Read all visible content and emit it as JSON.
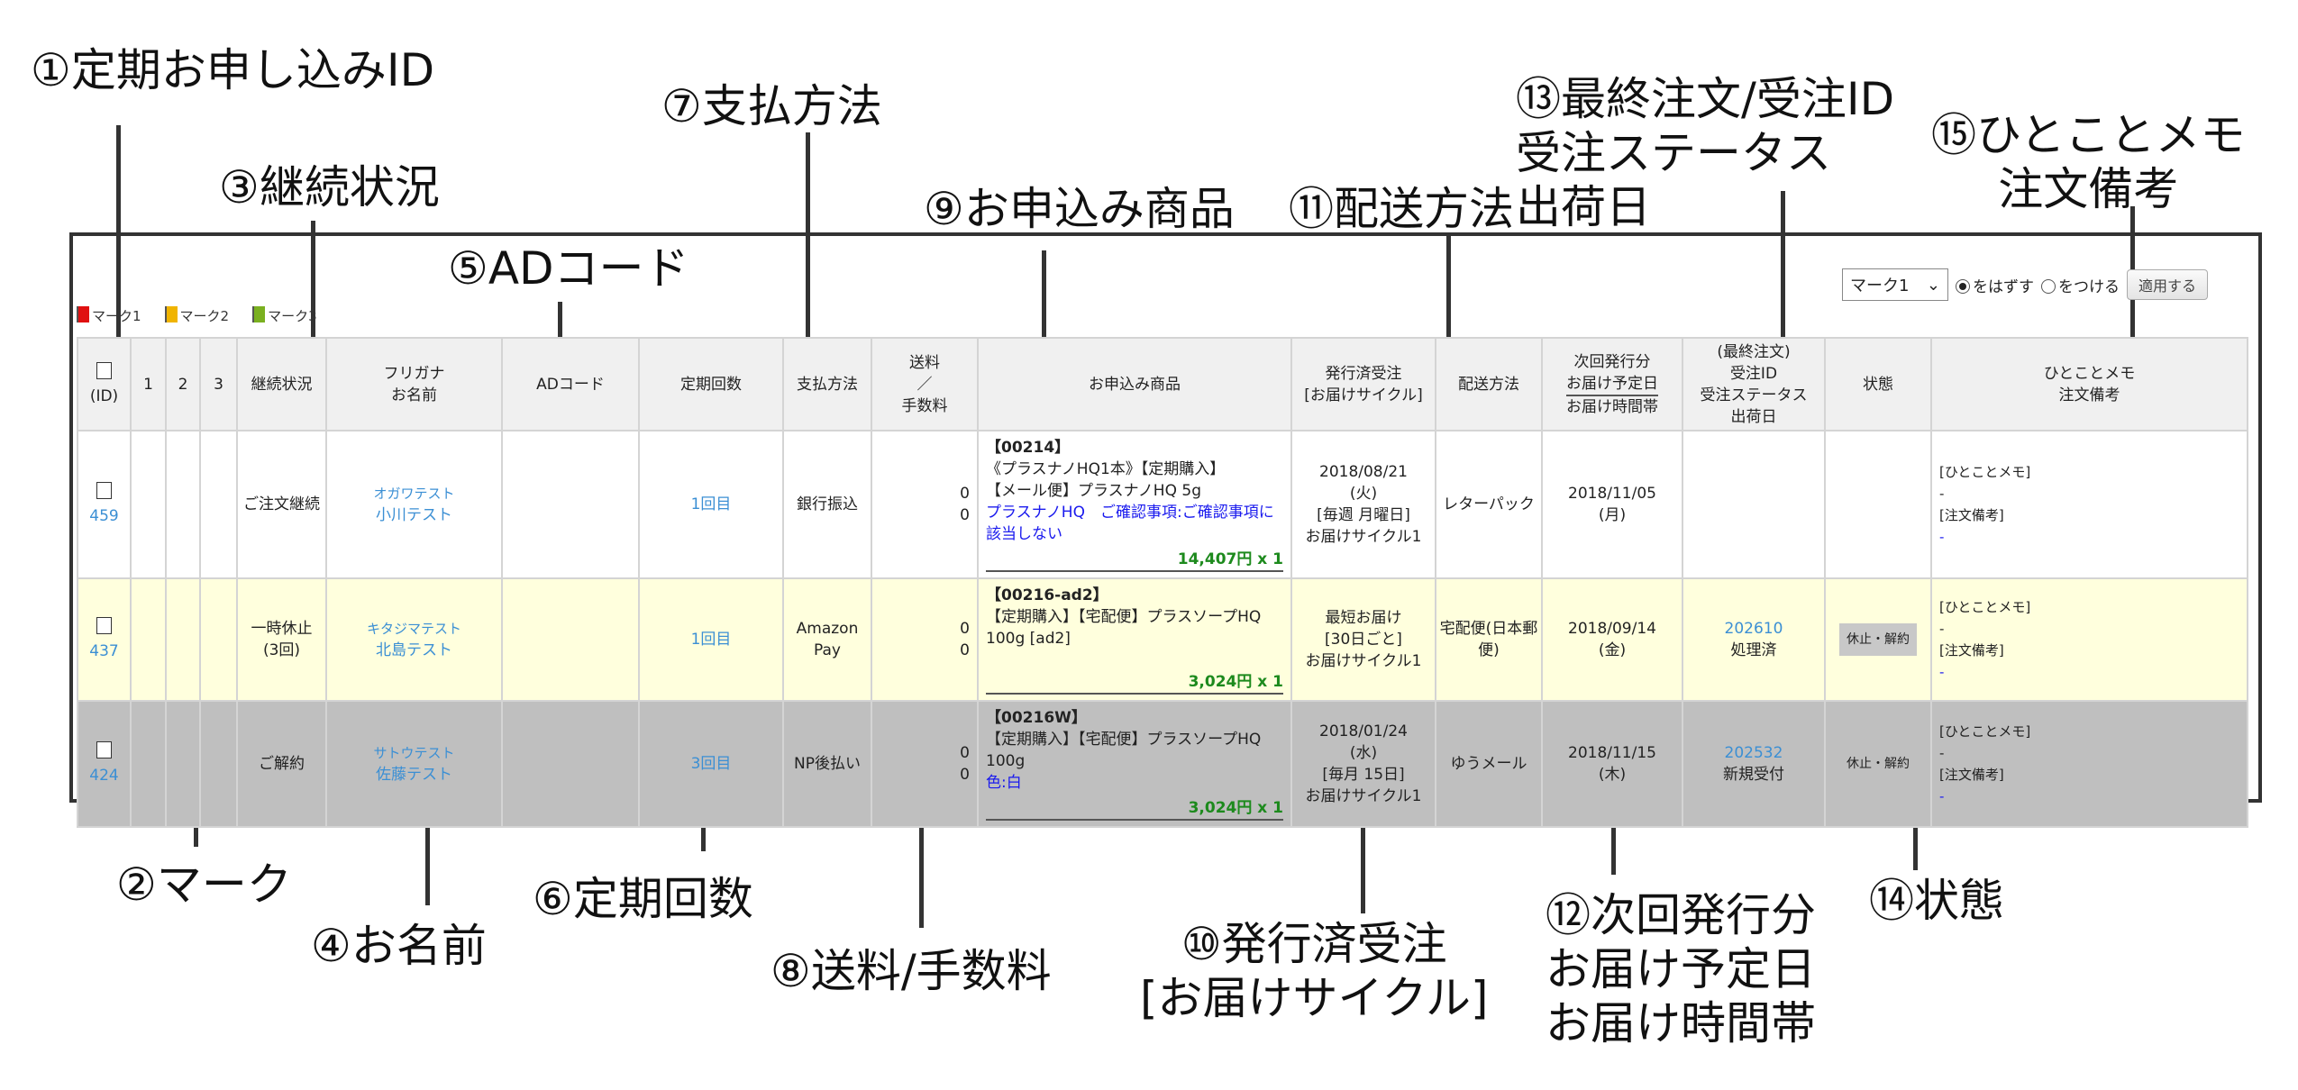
{
  "annotations": {
    "a1": "①定期お申し込みID",
    "a2": "②マーク",
    "a3": "③継続状況",
    "a4": "④お名前",
    "a5": "⑤ADコード",
    "a6": "⑥定期回数",
    "a7": "⑦支払方法",
    "a8": "⑧送料/手数料",
    "a9": "⑨お申込み商品",
    "a10": [
      "⑩発行済受注",
      "[お届けサイクル]"
    ],
    "a11": "⑪配送方法",
    "a12": [
      "⑫次回発行分",
      "お届け予定日",
      "お届け時間帯"
    ],
    "a13": [
      "⑬最終注文/受注ID",
      "受注ステータス",
      "出荷日"
    ],
    "a14": "⑭状態",
    "a15": [
      "⑮ひとことメモ",
      "注文備考"
    ]
  },
  "legend": [
    "マーク1",
    "マーク2",
    "マーク3"
  ],
  "colors": {
    "mark1": "#e01010",
    "mark2": "#f0b400",
    "mark3": "#7ab020"
  },
  "controls": {
    "select": "マーク1",
    "radio_off": "をはずす",
    "radio_on": "をつける",
    "apply": "適用する"
  },
  "headers": {
    "id": "(ID)",
    "m1": "1",
    "m2": "2",
    "m3": "3",
    "status": "継続状況",
    "kana": "フリガナ",
    "name": "お名前",
    "ad": "ADコード",
    "count": "定期回数",
    "pay": "支払方法",
    "fee1": "送料",
    "fee2": "／",
    "fee3": "手数料",
    "product": "お申込み商品",
    "issued": "発行済受注",
    "cycle": "[お届けサイクル]",
    "ship": "配送方法",
    "next1": "次回発行分",
    "next2": "お届け予定日",
    "next3": "お届け時間帯",
    "last1": "(最終注文)",
    "last2": "受注ID",
    "last3": "受注ステータス",
    "last4": "出荷日",
    "state": "状態",
    "memo1": "ひとことメモ",
    "memo2": "注文備考"
  },
  "rows": [
    {
      "id": "459",
      "status": "ご注文継続",
      "kana": "オガワテスト",
      "name": "小川テスト",
      "ad": "",
      "count": "1回目",
      "pay": "銀行振込",
      "fee": "0",
      "commission": "0",
      "product": [
        "【00214】",
        "《プラスナノHQ1本》【定期購入】",
        "【メール便】プラスナノHQ 5g"
      ],
      "product_note": "プラスナノHQ　ご確認事項:ご確認事項に該当しない",
      "price": "14,407円 x 1",
      "issued": [
        "2018/08/21",
        "(火)",
        "[毎週 月曜日]",
        "お届けサイクル1"
      ],
      "ship": "レターパック",
      "next_date": "2018/11/05",
      "next_day": "(月)",
      "order_id": "",
      "order_status": "",
      "state": "",
      "memo_label": "[ひとことメモ]",
      "memo": "-",
      "note_label": "[注文備考]",
      "note": "-"
    },
    {
      "id": "437",
      "status": "一時休止",
      "status2": "(3回)",
      "kana": "キタジマテスト",
      "name": "北島テスト",
      "ad": "",
      "count": "1回目",
      "pay": "Amazon Pay",
      "fee": "0",
      "commission": "0",
      "product": [
        "【00216-ad2】",
        "【定期購入】【宅配便】プラスソープHQ 100g [ad2]"
      ],
      "product_note": "",
      "price": "3,024円 x 1",
      "issued": [
        "最短お届け",
        "[30日ごと]",
        "お届けサイクル1"
      ],
      "ship": "宅配便(日本郵便)",
      "next_date": "2018/09/14",
      "next_day": "(金)",
      "order_id": "202610",
      "order_status": "処理済",
      "state": "休止・解約",
      "memo_label": "[ひとことメモ]",
      "memo": "-",
      "note_label": "[注文備考]",
      "note": "-"
    },
    {
      "id": "424",
      "status": "ご解約",
      "kana": "サトウテスト",
      "name": "佐藤テスト",
      "ad": "",
      "count": "3回目",
      "pay": "NP後払い",
      "fee": "0",
      "commission": "0",
      "product": [
        "【00216W】",
        "【定期購入】【宅配便】プラスソープHQ 100g"
      ],
      "product_note": "色:白",
      "price": "3,024円 x 1",
      "issued": [
        "2018/01/24",
        "(水)",
        "[毎月 15日]",
        "お届けサイクル1"
      ],
      "ship": "ゆうメール",
      "next_date": "2018/11/15",
      "next_day": "(木)",
      "order_id": "202532",
      "order_status": "新規受付",
      "state": "休止・解約",
      "memo_label": "[ひとことメモ]",
      "memo": "-",
      "note_label": "[注文備考]",
      "note": "-"
    }
  ]
}
